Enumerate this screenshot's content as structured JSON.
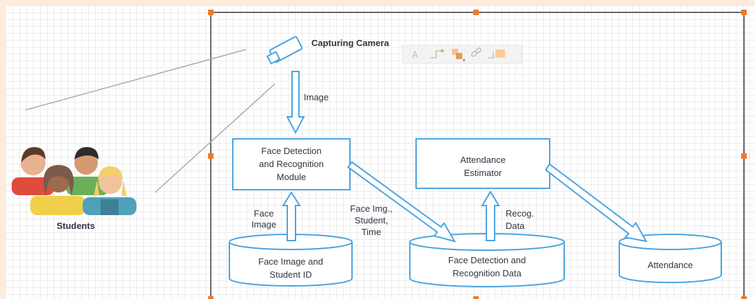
{
  "nodes": {
    "camera": "Capturing Camera",
    "module": [
      "Face Detection",
      "and Recognition",
      "Module"
    ],
    "estimator": [
      "Attendance",
      "Estimator"
    ],
    "db_students": [
      "Face Image and",
      "Student ID"
    ],
    "db_recog": [
      "Face Detection and",
      "Recognition Data"
    ],
    "db_attendance": "Attendance",
    "students": "Students"
  },
  "edges": {
    "image": "Image",
    "face_image": [
      "Face",
      "Image"
    ],
    "face_img_student_time": [
      "Face Img.,",
      "Student,",
      "Time"
    ],
    "recog_data": [
      "Recog.",
      "Data"
    ]
  },
  "toolbar": {
    "text_tool": "A"
  },
  "colors": {
    "page_background": "#fdebdc",
    "node_stroke": "#4aa3df",
    "frame_stroke": "#666666",
    "selection_handle": "#f07a2a",
    "connector": "#aaaaaa"
  }
}
